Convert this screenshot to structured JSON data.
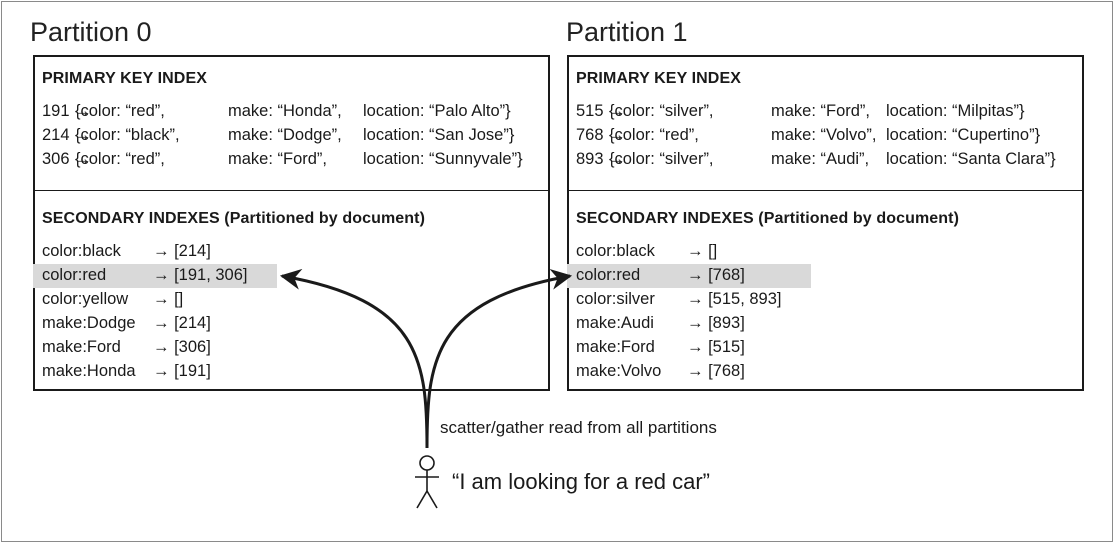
{
  "partitions": [
    {
      "title": "Partition 0",
      "primary_title": "PRIMARY KEY INDEX",
      "primary_rows": [
        {
          "key": "191 →",
          "color": "{color: “red”,",
          "make": "make: “Honda”,",
          "location": "location: “Palo Alto”}"
        },
        {
          "key": "214 →",
          "color": "{color: “black”,",
          "make": "make: “Dodge”,",
          "location": "location: “San Jose”}"
        },
        {
          "key": "306 →",
          "color": "{color: “red”,",
          "make": "make: “Ford”,",
          "location": "location: “Sunnyvale”}"
        }
      ],
      "secondary_title": "SECONDARY INDEXES (Partitioned by document)",
      "secondary_rows": [
        {
          "key": "color:black",
          "value": "→ [214]",
          "highlighted": false
        },
        {
          "key": "color:red",
          "value": "→ [191, 306]",
          "highlighted": true
        },
        {
          "key": "color:yellow",
          "value": "→ []",
          "highlighted": false
        },
        {
          "key": "make:Dodge",
          "value": "→ [214]",
          "highlighted": false
        },
        {
          "key": "make:Ford",
          "value": "→ [306]",
          "highlighted": false
        },
        {
          "key": "make:Honda",
          "value": "→ [191]",
          "highlighted": false
        }
      ]
    },
    {
      "title": "Partition 1",
      "primary_title": "PRIMARY KEY INDEX",
      "primary_rows": [
        {
          "key": "515 →",
          "color": "{color: “silver”,",
          "make": "make: “Ford”,",
          "location": "location: “Milpitas”}"
        },
        {
          "key": "768 →",
          "color": "{color: “red”,",
          "make": "make: “Volvo”,",
          "location": "location: “Cupertino”}"
        },
        {
          "key": "893 →",
          "color": "{color: “silver”,",
          "make": "make: “Audi”,",
          "location": "location: “Santa Clara”}"
        }
      ],
      "secondary_title": "SECONDARY INDEXES (Partitioned by document)",
      "secondary_rows": [
        {
          "key": "color:black",
          "value": "→ []",
          "highlighted": false
        },
        {
          "key": "color:red",
          "value": "→ [768]",
          "highlighted": true
        },
        {
          "key": "color:silver",
          "value": "→ [515, 893]",
          "highlighted": false
        },
        {
          "key": "make:Audi",
          "value": "→ [893]",
          "highlighted": false
        },
        {
          "key": "make:Ford",
          "value": "→ [515]",
          "highlighted": false
        },
        {
          "key": "make:Volvo",
          "value": "→ [768]",
          "highlighted": false
        }
      ]
    }
  ],
  "caption": "scatter/gather read from all partitions",
  "quote": "“I am looking for a red car”",
  "colors": {
    "highlight": "#d9d9d9",
    "stroke": "#1a1a1a"
  }
}
